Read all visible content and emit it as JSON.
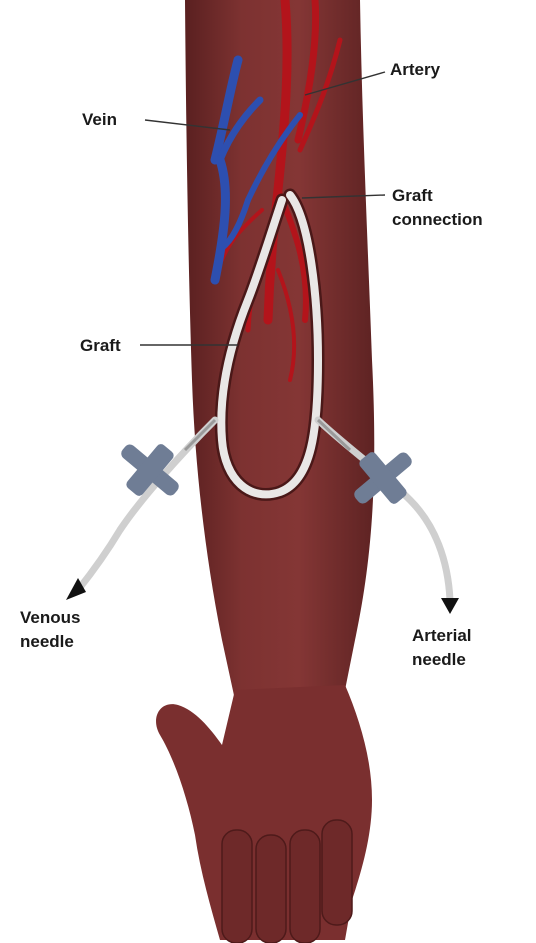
{
  "labels": {
    "artery": "Artery",
    "vein": "Vein",
    "graft_connection": [
      "Graft",
      "connection"
    ],
    "graft": "Graft",
    "venous_needle": [
      "Venous",
      "needle"
    ],
    "arterial_needle": [
      "Arterial",
      "needle"
    ]
  },
  "colors": {
    "skin": "#7b3030",
    "skin_dark": "#5e2222",
    "vein": "#2d4fb0",
    "artery": "#b3141b",
    "graft": "#e9e7e6",
    "needle_wing": "#6f7d95",
    "tubing": "#dcdcdc"
  }
}
